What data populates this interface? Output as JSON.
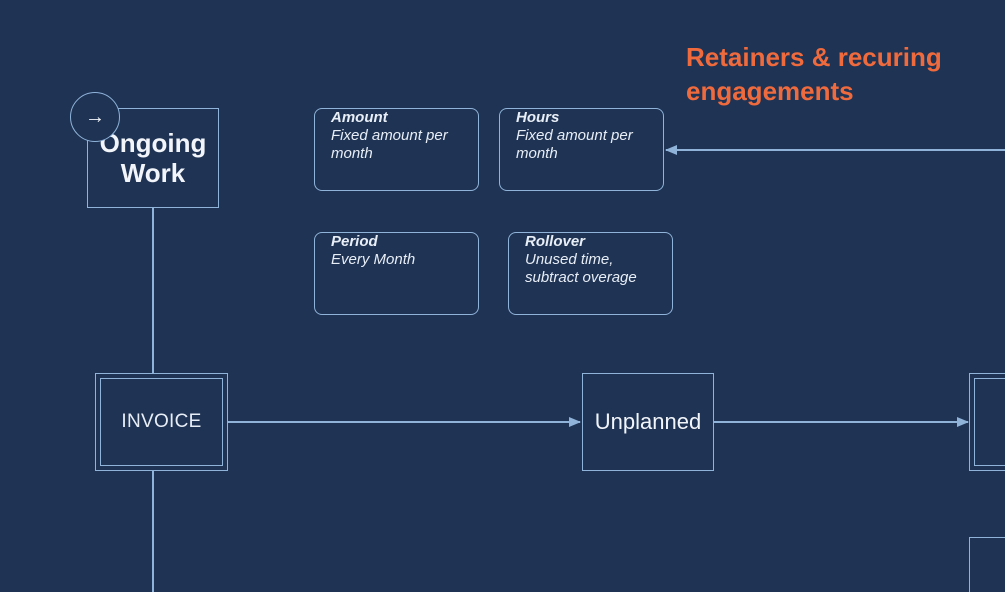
{
  "diagram": {
    "heading": [
      "Retainers & recuring",
      "engagements"
    ],
    "ongoing_work": {
      "title_lines": [
        "Ongoing",
        "Work"
      ],
      "button_glyph": "→"
    },
    "cards": [
      {
        "label": "Amount",
        "value_lines": [
          "Fixed amount per",
          "month"
        ]
      },
      {
        "label": "Hours",
        "value_lines": [
          "Fixed amount per",
          "month"
        ]
      },
      {
        "label": "Period",
        "value_lines": [
          "Every Month"
        ]
      },
      {
        "label": "Rollover",
        "value_lines": [
          "Unused time,",
          "subtract overage"
        ]
      }
    ],
    "invoice_label": "INVOICE",
    "unplanned_label": "Unplanned",
    "colors": {
      "background": "#1f3354",
      "line": "#8fb3d9",
      "heading": "#ef6a3d"
    }
  }
}
